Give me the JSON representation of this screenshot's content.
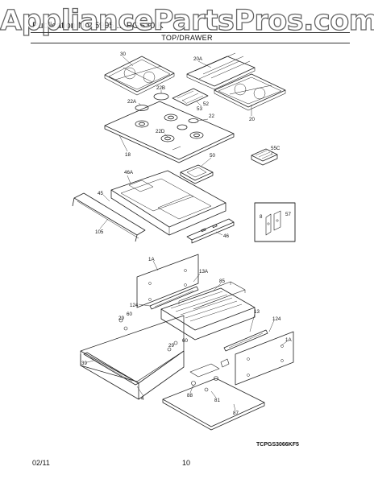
{
  "watermark": "AppliancePartsPros.com",
  "header": {
    "partial_title": "Publication No. 5995 ... PGS30 K",
    "section_title": "TOP/DRAWER"
  },
  "diagram": {
    "callouts": [
      {
        "id": "c30",
        "text": "30"
      },
      {
        "id": "c20a",
        "text": "20A"
      },
      {
        "id": "c22b",
        "text": "22B"
      },
      {
        "id": "c53",
        "text": "53"
      },
      {
        "id": "c52",
        "text": "52"
      },
      {
        "id": "c22a",
        "text": "22A"
      },
      {
        "id": "c22",
        "text": "22"
      },
      {
        "id": "c20",
        "text": "20"
      },
      {
        "id": "c22d",
        "text": "22D"
      },
      {
        "id": "c18",
        "text": "18"
      },
      {
        "id": "c55c",
        "text": "55C"
      },
      {
        "id": "c50",
        "text": "50"
      },
      {
        "id": "c46a",
        "text": "46A"
      },
      {
        "id": "c45",
        "text": "45"
      },
      {
        "id": "c105",
        "text": "105"
      },
      {
        "id": "c46",
        "text": "46"
      },
      {
        "id": "c8",
        "text": "8"
      },
      {
        "id": "c57",
        "text": "57"
      },
      {
        "id": "c1a_l",
        "text": "1A"
      },
      {
        "id": "c13a",
        "text": "13A"
      },
      {
        "id": "c85",
        "text": "85"
      },
      {
        "id": "c124_l",
        "text": "124"
      },
      {
        "id": "c60_l",
        "text": "60"
      },
      {
        "id": "c29_l",
        "text": "29"
      },
      {
        "id": "c29_m",
        "text": "29"
      },
      {
        "id": "c60_m",
        "text": "60"
      },
      {
        "id": "c13",
        "text": "13"
      },
      {
        "id": "c124_r",
        "text": "124"
      },
      {
        "id": "c1a_r",
        "text": "1A"
      },
      {
        "id": "c39",
        "text": "39"
      },
      {
        "id": "c4",
        "text": "4"
      },
      {
        "id": "c88",
        "text": "88"
      },
      {
        "id": "c81",
        "text": "81"
      },
      {
        "id": "c87",
        "text": "87"
      }
    ],
    "model_code": "TCPGS3066KF5"
  },
  "footer": {
    "date": "02/11",
    "page": "10"
  }
}
